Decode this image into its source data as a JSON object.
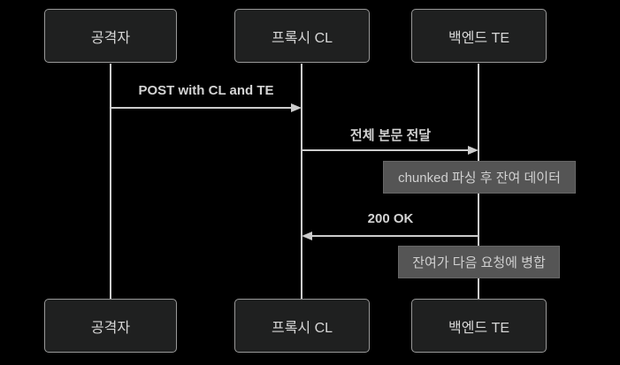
{
  "diagram_type": "sequence",
  "actors": {
    "attacker": "공격자",
    "proxy": "프록시 CL",
    "backend": "백엔드 TE"
  },
  "messages": {
    "post": {
      "label": "POST with CL and TE",
      "from": "공격자",
      "to": "프록시 CL",
      "direction": "right"
    },
    "forward": {
      "label": "전체 본문 전달",
      "from": "프록시 CL",
      "to": "백엔드 TE",
      "direction": "right"
    },
    "ok": {
      "label": "200 OK",
      "from": "백엔드 TE",
      "to": "프록시 CL",
      "direction": "left"
    }
  },
  "notes": {
    "chunked": {
      "label": "chunked 파싱 후 잔여 데이터",
      "over": "백엔드 TE"
    },
    "merge": {
      "label": "잔여가 다음 요청에 병합",
      "over": "백엔드 TE"
    }
  },
  "colors": {
    "background": "#000000",
    "actor_fill": "#1f2020",
    "actor_border": "#999999",
    "actor_text": "#d6d6d6",
    "lifeline": "#cccccc",
    "message_line": "#cccccc",
    "message_text": "#d3d3d3",
    "note_fill": "#555555",
    "note_text": "#d0d0d0"
  }
}
